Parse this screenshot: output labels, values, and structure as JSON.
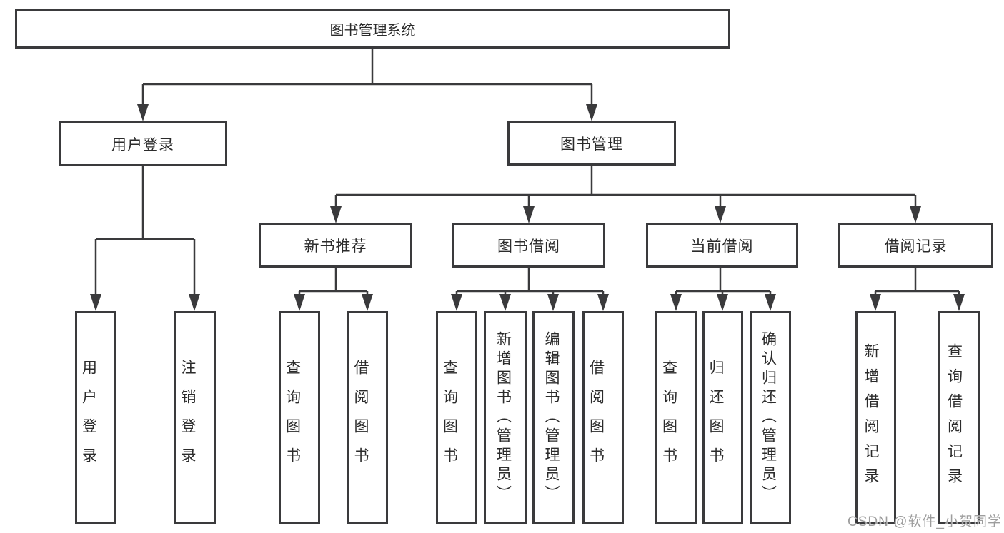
{
  "colors": {
    "line": "#3a3a3c",
    "text": "#2b2b2b",
    "background": "#ffffff",
    "watermark": "#9d9d9d"
  },
  "diagram": {
    "root": "图书管理系统",
    "branches": [
      {
        "label": "用户登录",
        "children": [
          "用户登录",
          "注销登录"
        ]
      },
      {
        "label": "图书管理",
        "children": [
          {
            "label": "新书推荐",
            "children": [
              "查询图书",
              "借阅图书"
            ]
          },
          {
            "label": "图书借阅",
            "children": [
              "查询图书",
              "新增图书（管理员）",
              "编辑图书（管理员）",
              "借阅图书"
            ]
          },
          {
            "label": "当前借阅",
            "children": [
              "查询图书",
              "归还图书",
              "确认归还（管理员）"
            ]
          },
          {
            "label": "借阅记录",
            "children": [
              "新增借阅记录",
              "查询借阅记录"
            ]
          }
        ]
      }
    ]
  },
  "watermark": {
    "text": "CSDN @软件_小贺同学"
  }
}
